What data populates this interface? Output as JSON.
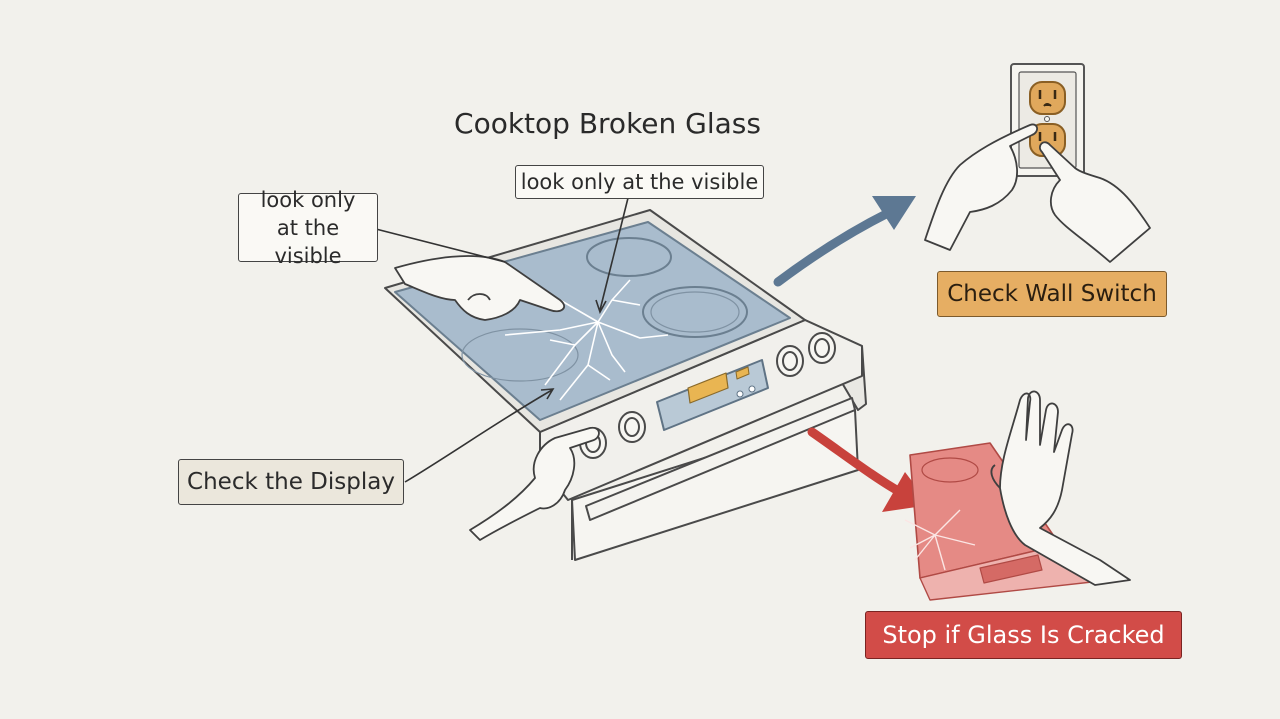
{
  "title": "Cooktop Broken Glass",
  "labels": {
    "visible_top": "look only at the visible",
    "visible_left": "look only at the visible",
    "check_display": "Check the Display",
    "check_wall_switch": "Check Wall Switch",
    "stop_cracked": "Stop if Glass Is Cracked"
  },
  "colors": {
    "background": "#f2f1ec",
    "glass": "#a9bccd",
    "outlet": "#e0a85c",
    "display": "#e9b552",
    "arrow_blue": "#5d7893",
    "arrow_red": "#c8423c",
    "warning_glass": "#e58a85"
  }
}
